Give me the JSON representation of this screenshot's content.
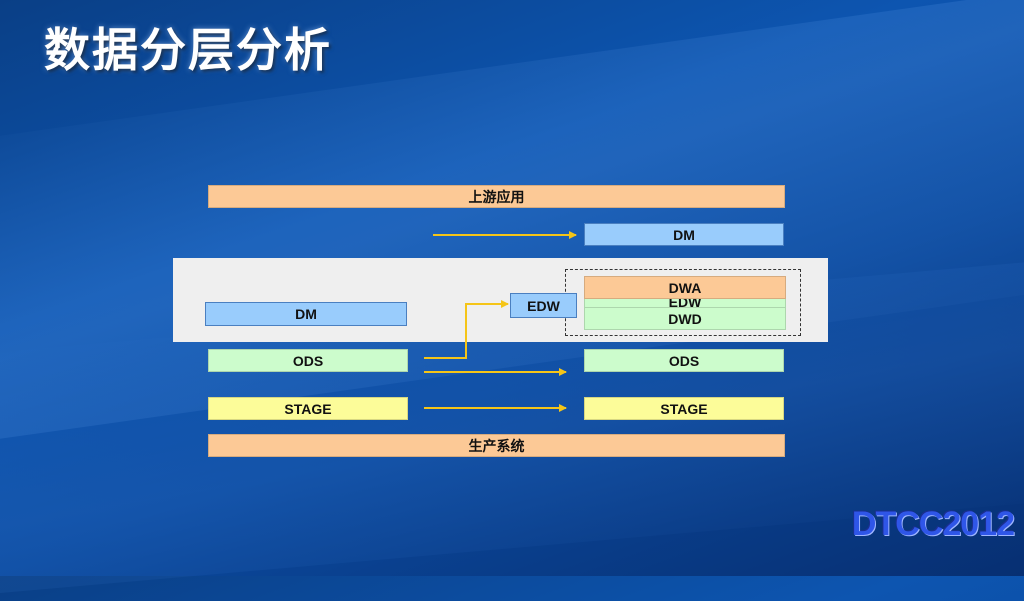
{
  "slide": {
    "title": "数据分层分析",
    "brand": "DTCC2012"
  },
  "diagram": {
    "upstream_label": "上游应用",
    "production_label": "生产系统",
    "left": {
      "dm": "DM",
      "ods": "ODS",
      "stage": "STAGE"
    },
    "middle": {
      "edw": "EDW"
    },
    "right": {
      "dm": "DM",
      "dwa": "DWA",
      "edw_hidden": "EDW",
      "dwd": "DWD",
      "ods": "ODS",
      "stage": "STAGE"
    }
  },
  "colors": {
    "arrow": "#f5c518",
    "orange": "#fcc996",
    "blue": "#99ccfc",
    "green": "#ccfccc",
    "yellow": "#fcfc99"
  }
}
